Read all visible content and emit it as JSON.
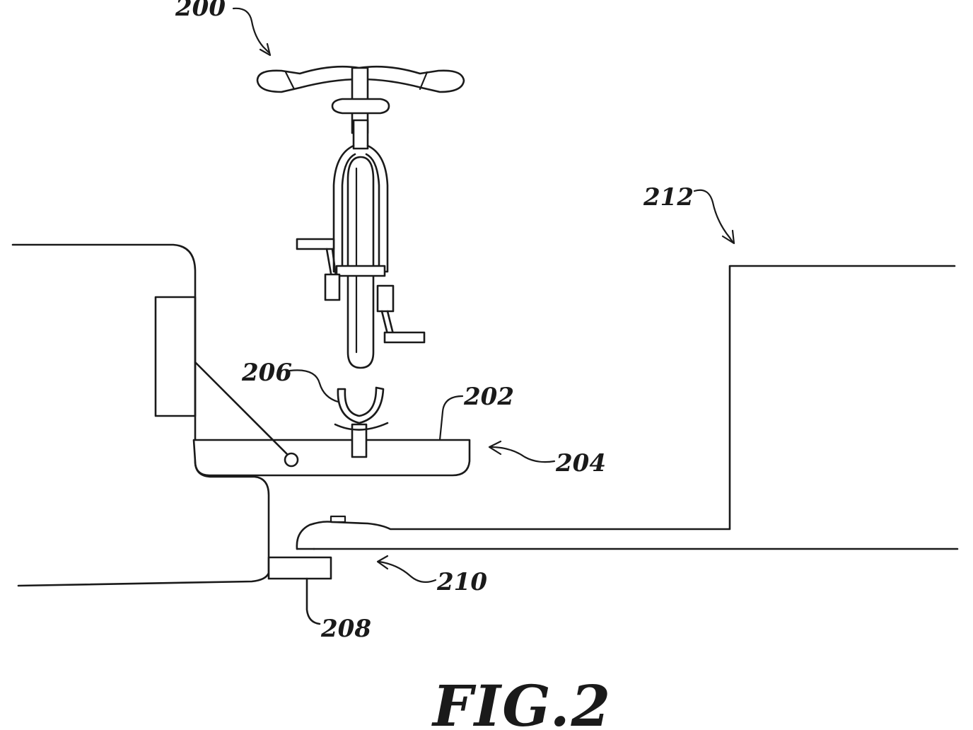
{
  "labels": {
    "bicycle": "200",
    "platform": "202",
    "rack": "204",
    "wheel_cradle": "206",
    "hitch_receiver": "208",
    "tow_connector": "210",
    "vehicle_bed": "212"
  },
  "caption": "FIG.2"
}
